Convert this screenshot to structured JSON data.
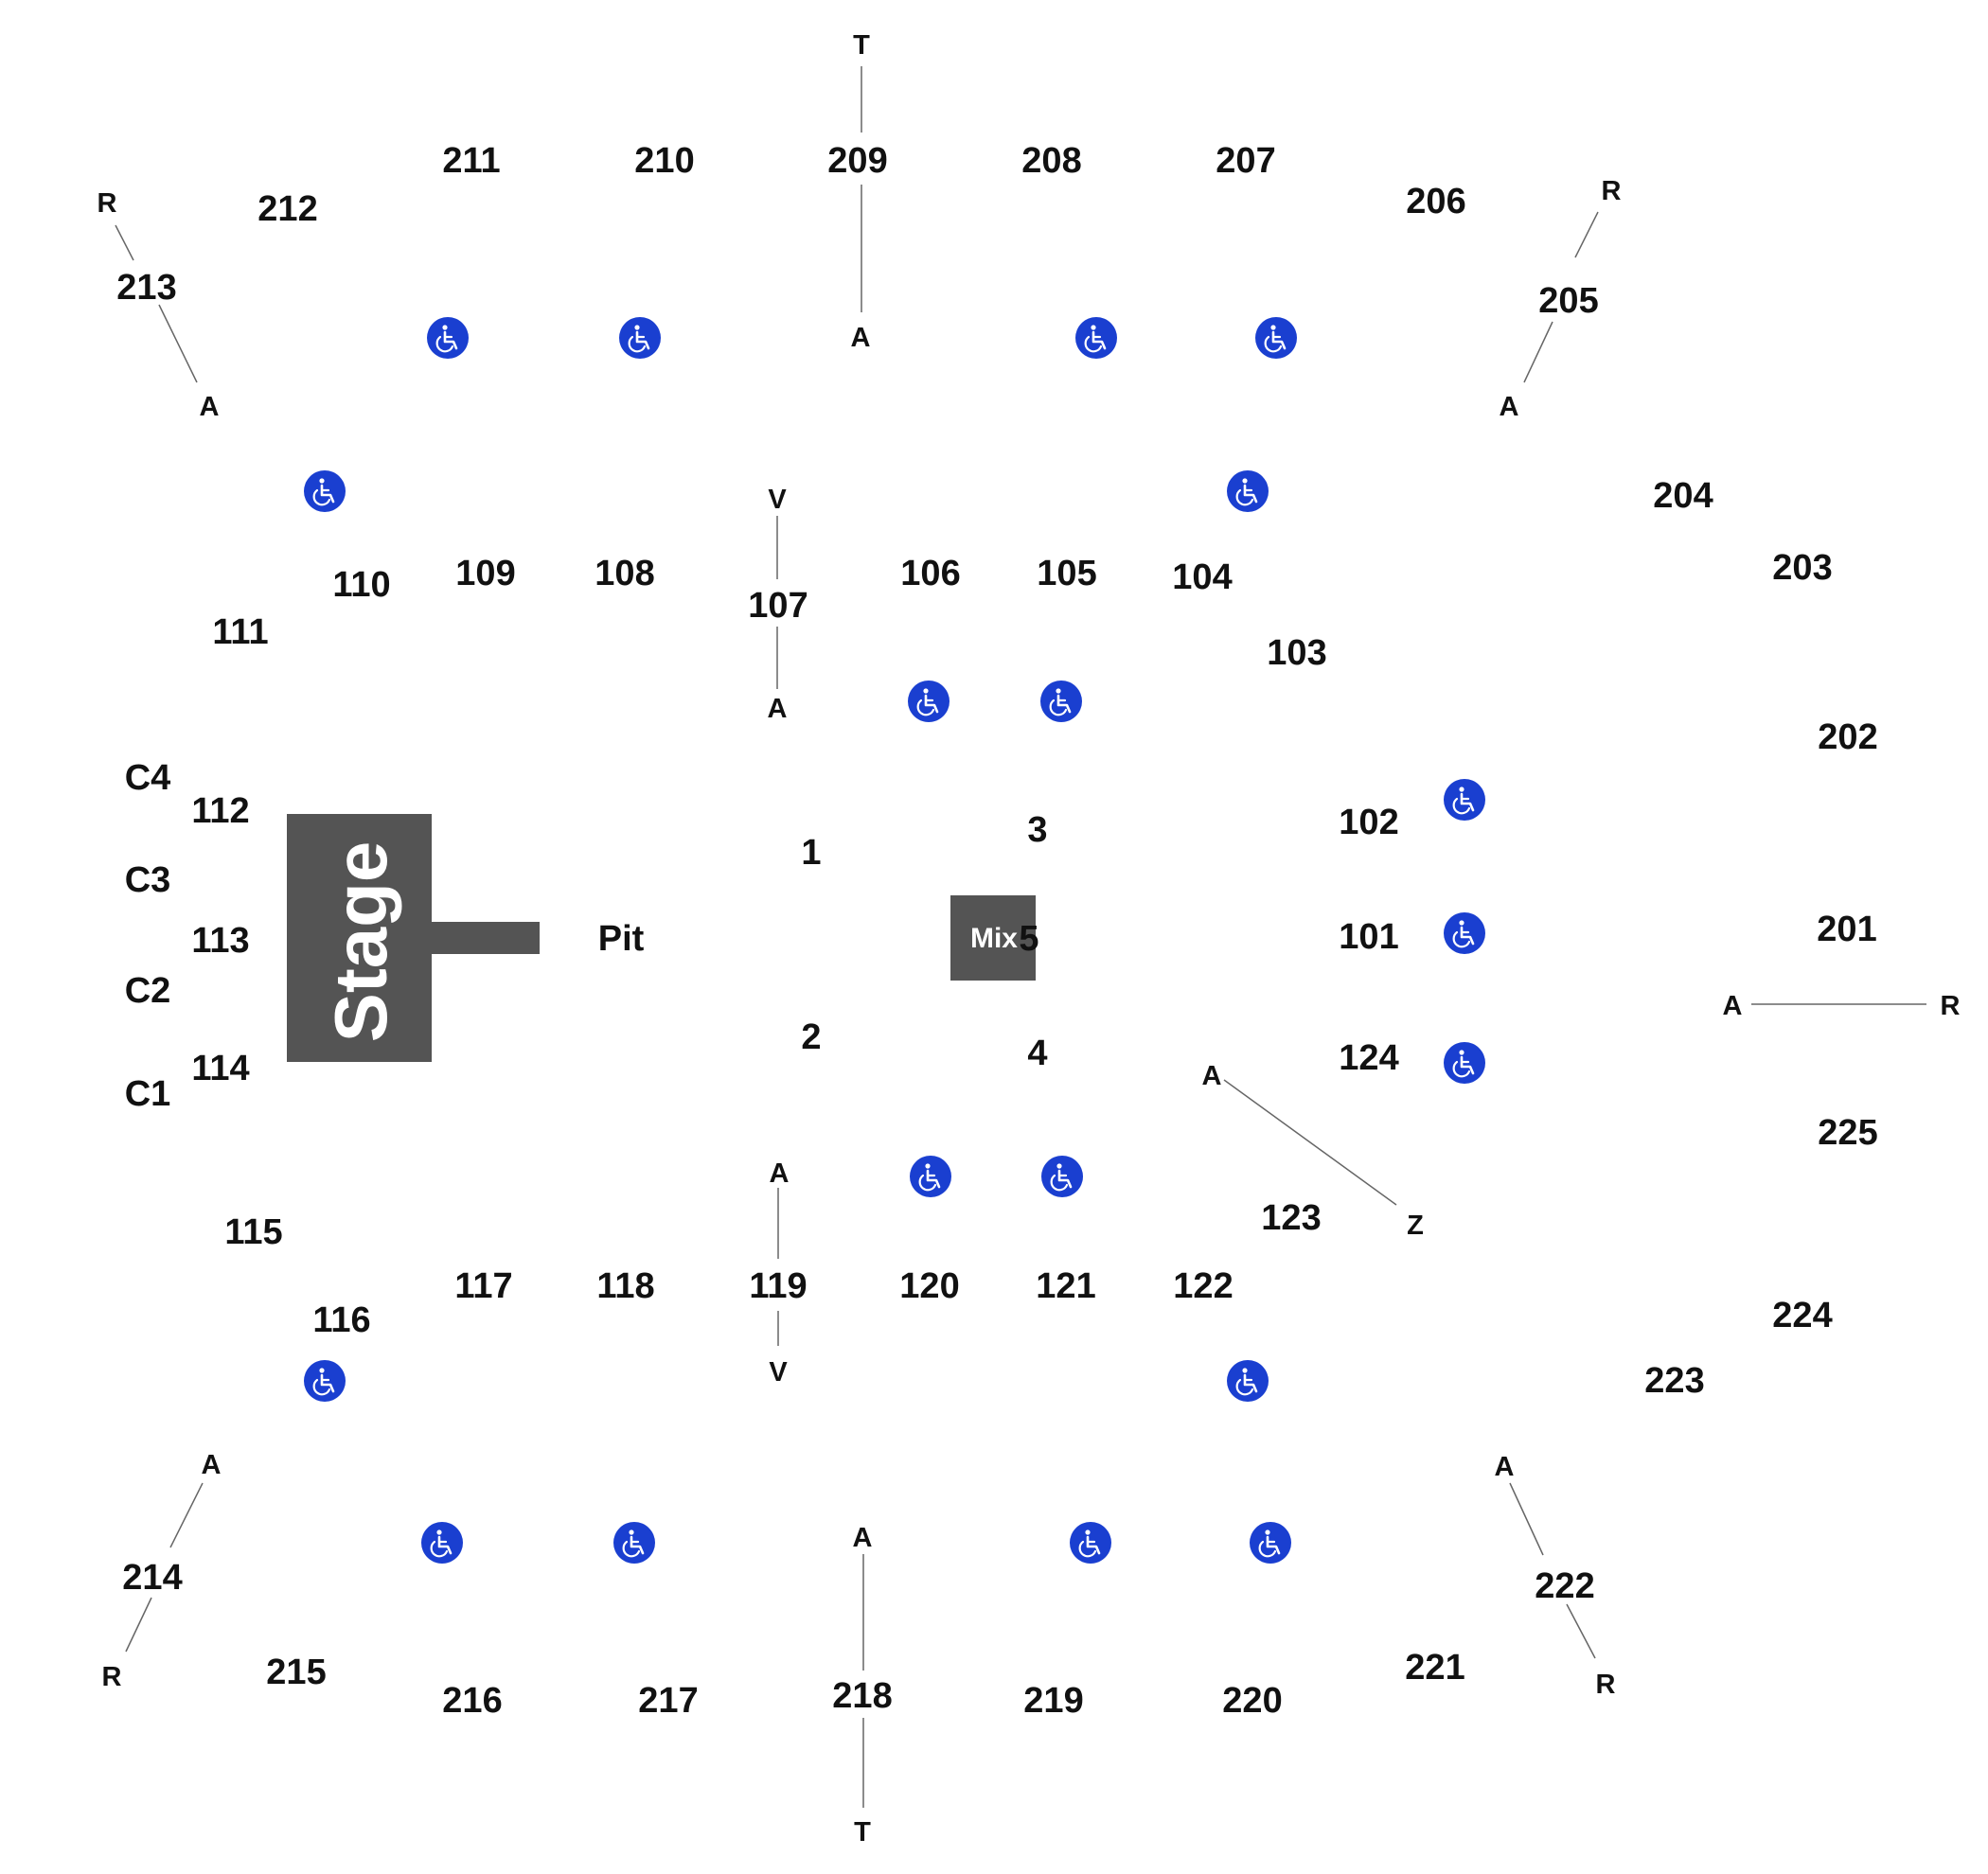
{
  "stage": {
    "label": "Stage",
    "color": "#545454"
  },
  "pit": {
    "label": "Pit"
  },
  "mix": {
    "label": "Mix"
  },
  "accessible_icon": {
    "name": "wheelchair-accessible-icon",
    "color": "#1a3fd0"
  },
  "sections": [
    "211",
    "210",
    "209",
    "208",
    "207",
    "206",
    "212",
    "213",
    "205",
    "204",
    "203",
    "202",
    "201",
    "225",
    "224",
    "223",
    "222",
    "221",
    "220",
    "219",
    "218",
    "217",
    "216",
    "215",
    "214",
    "110",
    "109",
    "108",
    "107",
    "106",
    "105",
    "104",
    "103",
    "111",
    "112",
    "113",
    "114",
    "115",
    "116",
    "117",
    "118",
    "119",
    "120",
    "121",
    "122",
    "123",
    "124",
    "101",
    "102",
    "1",
    "2",
    "3",
    "4",
    "5",
    "C1",
    "C2",
    "C3",
    "C4"
  ],
  "row_labels": [
    "T",
    "A",
    "R",
    "A",
    "R",
    "A",
    "V",
    "A",
    "A",
    "R",
    "A",
    "Z",
    "A",
    "V",
    "A",
    "R",
    "A",
    "R",
    "A",
    "T"
  ]
}
